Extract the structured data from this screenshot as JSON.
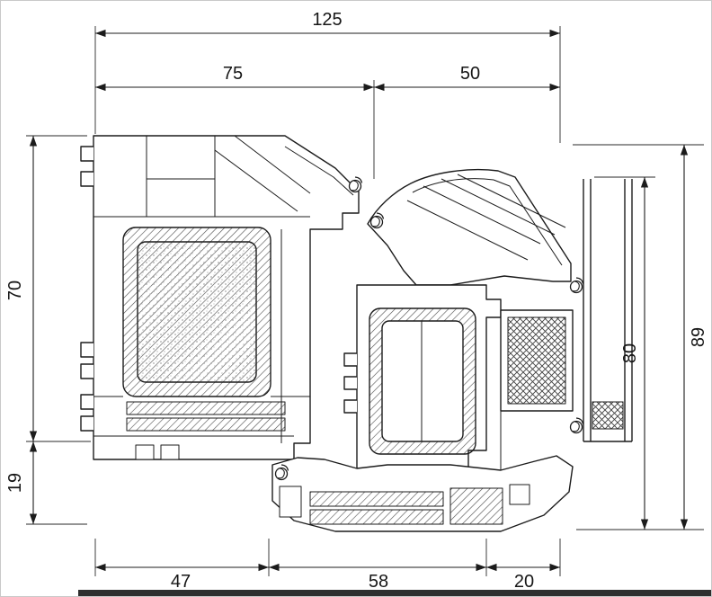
{
  "drawing": {
    "ink": "#1c1c1c",
    "paper": "#ffffff"
  },
  "dims": {
    "total_width": "125",
    "frame_width": "75",
    "sash_width": "50",
    "frame_height": "70",
    "base_height": "19",
    "right_overall": "89",
    "glass_height": "80",
    "bottom_frame": "47",
    "bottom_sash": "58",
    "bottom_edge": "20"
  }
}
